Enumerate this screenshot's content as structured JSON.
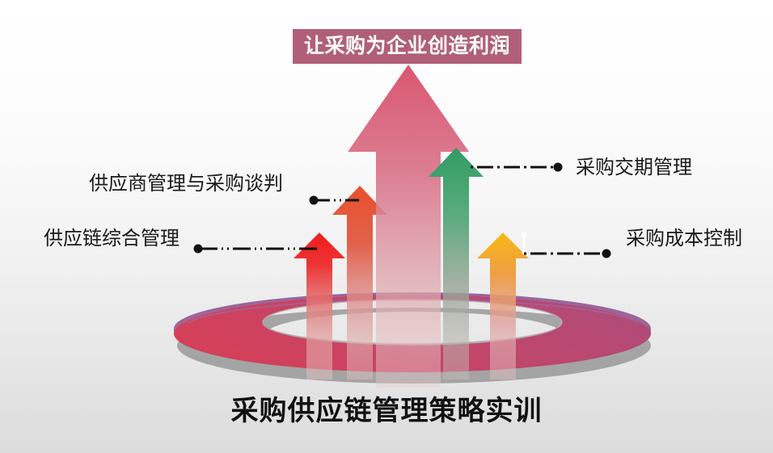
{
  "slide": {
    "banner": {
      "text": "让采购为企业创造利润",
      "bg_color": "#b05f77",
      "text_color": "#ffffff"
    },
    "bottom_title": {
      "text": "采购供应链管理策略实训",
      "color": "#111111"
    },
    "background": {
      "top_color": "#ffffff",
      "bottom_color": "#dcdcdc"
    },
    "base_ring": {
      "front_color": "#cf3b4e",
      "back_color": "#7a4d96",
      "shadow_color": "#8f8f8f",
      "hole_color": "#ffffff"
    },
    "labels": [
      {
        "id": "supplier-negotiation",
        "text": "供应商管理与采购谈判",
        "side": "left"
      },
      {
        "id": "supplychain-management",
        "text": "供应链综合管理",
        "side": "left"
      },
      {
        "id": "delivery-management",
        "text": "采购交期管理",
        "side": "right"
      },
      {
        "id": "cost-control",
        "text": "采购成本控制",
        "side": "right"
      }
    ],
    "arrows": [
      {
        "id": "arrow-red-small",
        "label_ref": "supplychain-management",
        "top_color": "#ee2222",
        "bottom_color": "#e8c3c3"
      },
      {
        "id": "arrow-orange-red",
        "label_ref": "supplier-negotiation",
        "top_color": "#e8502c",
        "bottom_color": "#e5c2c2"
      },
      {
        "id": "arrow-center-rose",
        "label_ref": "banner",
        "top_color": "#d9566f",
        "bottom_color": "#e9cccc"
      },
      {
        "id": "arrow-green",
        "label_ref": "delivery-management",
        "top_color": "#2f9c62",
        "bottom_color": "#b0a79c"
      },
      {
        "id": "arrow-gold",
        "label_ref": "cost-control",
        "top_color": "#f5b317",
        "bottom_color": "#e3bcbc"
      }
    ],
    "leader_lines": {
      "style": "dash-dot-dot",
      "color": "#111111",
      "terminator": "round-dot"
    }
  }
}
